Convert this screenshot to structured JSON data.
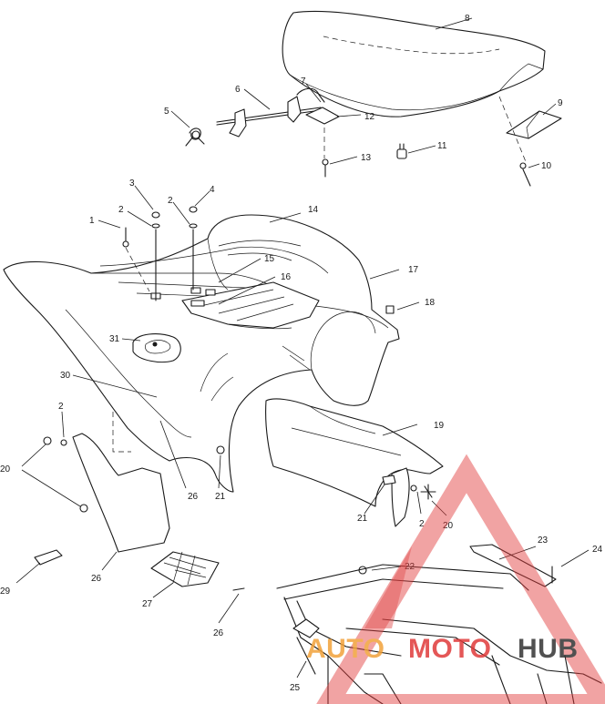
{
  "callouts": {
    "c1": "1",
    "c2a": "2",
    "c2b": "2",
    "c2c": "2",
    "c2d": "2",
    "c3": "3",
    "c4": "4",
    "c5": "5",
    "c6": "6",
    "c7": "7",
    "c8": "8",
    "c9": "9",
    "c10": "10",
    "c11": "11",
    "c12": "12",
    "c13": "13",
    "c14": "14",
    "c15": "15",
    "c16": "16",
    "c17": "17",
    "c18": "18",
    "c19": "19",
    "c20a": "20",
    "c20b": "20",
    "c21a": "21",
    "c21b": "21",
    "c22": "22",
    "c23": "23",
    "c24": "24",
    "c25": "25",
    "c26a": "26",
    "c26b": "26",
    "c26c": "26",
    "c27": "27",
    "c29": "29",
    "c30": "30",
    "c31": "31"
  },
  "watermark": {
    "text_left": "AUTO",
    "text_mid": "MOTO",
    "text_right": "HUB",
    "color_red": "#e03a3a",
    "color_orange": "#f2a23a",
    "color_dark": "#333333"
  }
}
